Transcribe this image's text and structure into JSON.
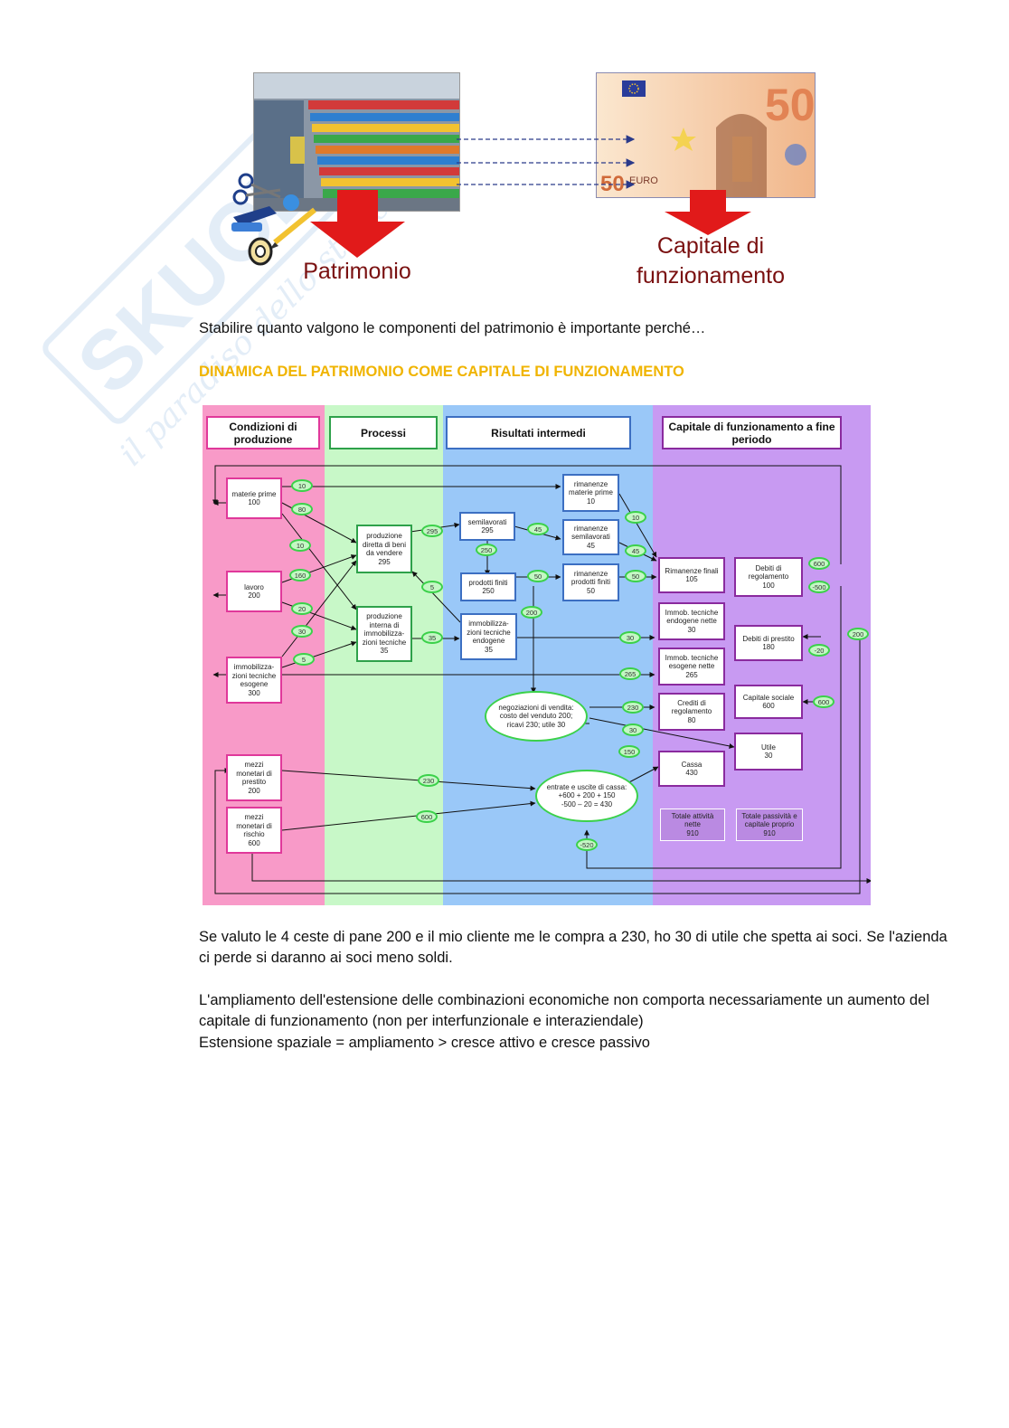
{
  "illustration": {
    "left_label": "Patrimonio",
    "right_label_line1": "Capitale di",
    "right_label_line2": "funzionamento",
    "note_value": "50",
    "note_currency": "EURO",
    "watermark_text": "SKUOLA",
    "watermark_tagline": "il paradiso dello studente"
  },
  "intro_text": "Stabilire quanto valgono le componenti del patrimonio è importante perché…",
  "section_heading": "DINAMICA DEL PATRIMONIO COME CAPITALE DI FUNZIONAMENTO",
  "diagram": {
    "columns": {
      "col1": "Condizioni di produzione",
      "col2": "Processi",
      "col3": "Risultati intermedi",
      "col4": "Capitale di funzionamento a fine periodo"
    },
    "boxes": {
      "materie_prime": "materie prime\n100",
      "lavoro": "lavoro\n200",
      "immob_esogene": "immobilizza-\nzioni tecniche\nesogene\n300",
      "mezzi_prestito": "mezzi\nmonetari di\nprestito\n200",
      "mezzi_rischio": "mezzi\nmonetari di\nrischio\n600",
      "prod_diretta": "produzione\ndiretta di beni\nda vendere\n295",
      "prod_interna": "produzione\ninterna di\nimmobilizza-\nzioni tecniche\n35",
      "semilavorati": "semilavorati\n295",
      "prodotti_finiti": "prodotti finiti\n250",
      "immob_endogene": "immobilizza-\nzioni tecniche\nendogene\n35",
      "rim_materie": "rimanenze\nmaterie prime\n10",
      "rim_semilav": "rimanenze\nsemilavorati\n45",
      "rim_prodotti": "rimanenze\nprodotti finiti\n50",
      "rim_finali": "Rimanenze finali\n105",
      "immob_endog_nette": "Immob. tecniche\nendogene nette\n30",
      "immob_esog_nette": "Immob. tecniche\nesogene nette\n265",
      "crediti": "Crediti di\nregolamento\n80",
      "cassa": "Cassa\n430",
      "tot_attivita": "Totale attività\nnette\n910",
      "debiti_reg": "Debiti di\nregolamento\n100",
      "debiti_prestito": "Debiti di prestito\n180",
      "capitale_sociale": "Capitale sociale\n600",
      "utile": "Utile\n30",
      "tot_passivita": "Totale passività e\ncapitale proprio\n910"
    },
    "ellipses": {
      "negoziazioni": "negoziazioni di vendita:\ncosto del venduto 200;\nricavi 230; utile 30",
      "cassa_flussi": "entrate e uscite di cassa:\n+600 + 200 + 150\n-500 – 20 = 430"
    },
    "flows": [
      "10",
      "80",
      "10",
      "160",
      "20",
      "30",
      "5",
      "295",
      "5",
      "35",
      "45",
      "250",
      "50",
      "200",
      "10",
      "45",
      "50",
      "30",
      "265",
      "230",
      "30",
      "150",
      "230",
      "600",
      "-520",
      "600",
      "-500",
      "200",
      "-20",
      "600"
    ]
  },
  "para1_line1": "Se valuto le 4 ceste di pane 200 e il mio cliente me le compra a 230, ho 30 di utile che spetta ai soci. Se l'azienda",
  "para1_line2": "ci perde si daranno ai soci meno soldi.",
  "para2_line1": "L'ampliamento dell'estensione delle combinazioni economiche non comporta necessariamente un aumento del",
  "para2_line2": "capitale di funzionamento (non per interfunzionale e interaziendale)",
  "para2_line3": "Estensione spaziale = ampliamento > cresce attivo e cresce passivo"
}
